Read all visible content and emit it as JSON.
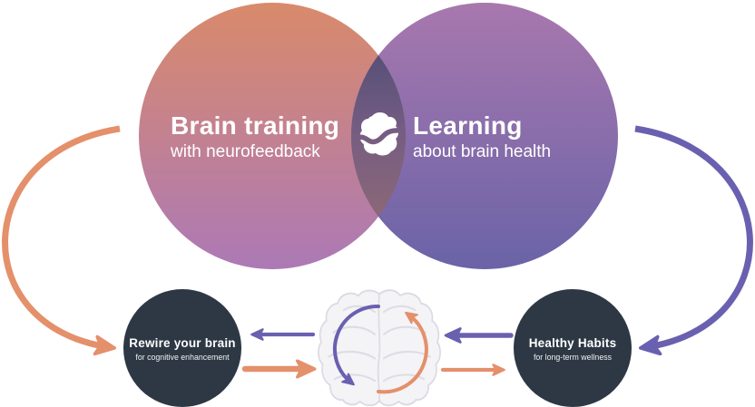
{
  "venn": {
    "left": {
      "title": "Brain training",
      "subtitle": "with neurofeedback"
    },
    "right": {
      "title": "Learning",
      "subtitle": "about brain health"
    }
  },
  "nodes": {
    "rewire": {
      "title": "Rewire your brain",
      "subtitle": "for cognitive enhancement"
    },
    "habits": {
      "title": "Healthy Habits",
      "subtitle": "for long-term wellness"
    }
  },
  "icons": {
    "overlap_logo": "brainwave-cloud-logo-icon",
    "center_illustration": "brain-front-view"
  },
  "flows": [
    {
      "from": "Brain training",
      "to": "Rewire your brain",
      "color": "orange",
      "shape": "curve-around-left-edge"
    },
    {
      "from": "Rewire your brain",
      "to": "brain",
      "color": "orange",
      "shape": "straight"
    },
    {
      "from": "brain",
      "to": "Healthy Habits",
      "color": "orange",
      "shape": "straight"
    },
    {
      "from": "Learning",
      "to": "Healthy Habits",
      "color": "purple",
      "shape": "curve-around-right-edge"
    },
    {
      "from": "Healthy Habits",
      "to": "brain",
      "color": "purple",
      "shape": "straight"
    },
    {
      "from": "brain",
      "to": "Rewire your brain",
      "color": "purple",
      "shape": "straight"
    },
    {
      "around": "brain",
      "color": "purple",
      "shape": "arc-top-to-lower-left"
    },
    {
      "around": "brain",
      "color": "orange",
      "shape": "arc-bottom-to-upper-right"
    }
  ],
  "colors": {
    "background": "#FFFFFF",
    "orange": "#E4906B",
    "purple": "#6A60B0",
    "node_dark": "#2D3844",
    "text_light": "#FFFFFF",
    "left_circle_top": "#D98A6B",
    "left_circle_bottom": "#AC79B6",
    "right_circle_top": "#A878AE",
    "right_circle_bottom": "#6A63A7",
    "overlap_top": "#575077",
    "overlap_mid": "#745C82",
    "overlap_bottom": "#8B6877",
    "brain_fill": "#F4F3F6",
    "brain_line": "#DCD9E2"
  }
}
